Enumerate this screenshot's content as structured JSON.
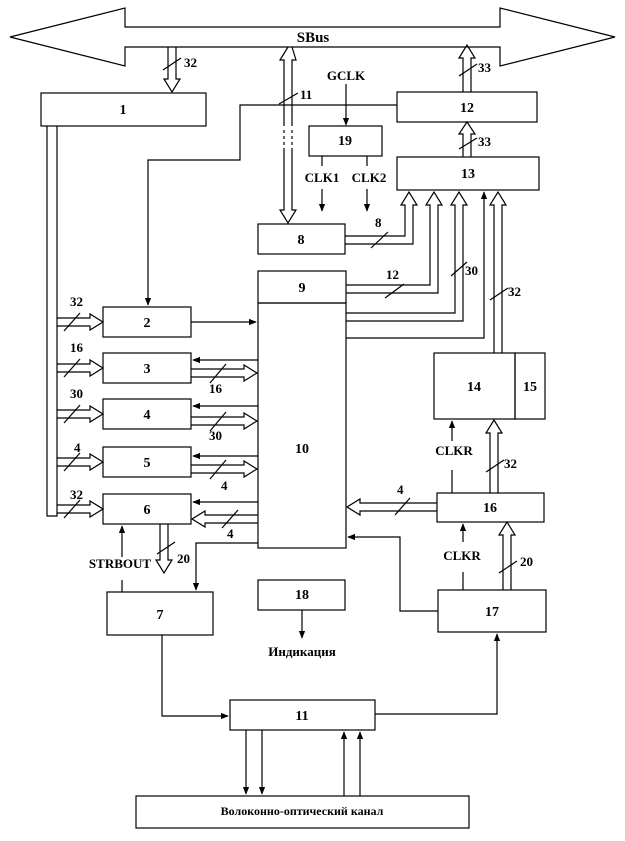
{
  "bus_label": "SBus",
  "blocks": {
    "b1": "1",
    "b2": "2",
    "b3": "3",
    "b4": "4",
    "b5": "5",
    "b6": "6",
    "b7": "7",
    "b8": "8",
    "b9": "9",
    "b10": "10",
    "b11": "11",
    "b12": "12",
    "b13": "13",
    "b14": "14",
    "b15": "15",
    "b16": "16",
    "b17": "17",
    "b18": "18",
    "b19": "19"
  },
  "bus_widths": {
    "w_sbus_1": "32",
    "w_sbus_8": "11",
    "w_12_sbus": "33",
    "w_13_12": "33",
    "w_8_13": "8",
    "w_9_13a": "12",
    "w_9_13b": "30",
    "w_14_13": "32",
    "w_in2": "32",
    "w_in3": "16",
    "w_in4": "30",
    "w_in5": "4",
    "w_in6": "32",
    "w_3_10": "16",
    "w_4_10": "30",
    "w_5_10": "4",
    "w_10_6": "4",
    "w_6_7": "20",
    "w_16_10": "4",
    "w_16_14": "32",
    "w_17_16": "20"
  },
  "signals": {
    "gclk": "GCLK",
    "clk1": "CLK1",
    "clk2": "CLK2",
    "clkr_14": "CLKR",
    "clkr_16": "CLKR",
    "strbout": "STRBOUT"
  },
  "indication": "Индикация",
  "channel": "Волоконно-оптический канал",
  "colors": {
    "stroke": "#000000",
    "background": "#ffffff"
  }
}
